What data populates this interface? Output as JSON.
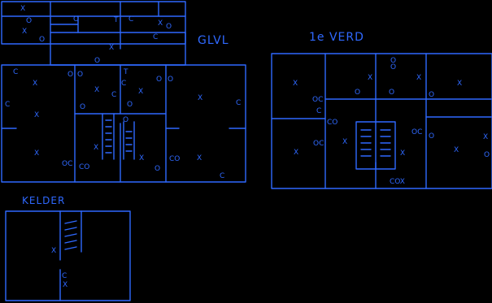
{
  "labels": {
    "ground": "GLVL",
    "first": "1e VERD",
    "basement": "KELDER"
  },
  "marks": {
    "x": "X",
    "c": "C",
    "o": "O",
    "oc": "OC",
    "co": "CO",
    "cox": "COX",
    "t": "T"
  },
  "colors": {
    "background": "#000000",
    "ink": "#2f69ff"
  }
}
